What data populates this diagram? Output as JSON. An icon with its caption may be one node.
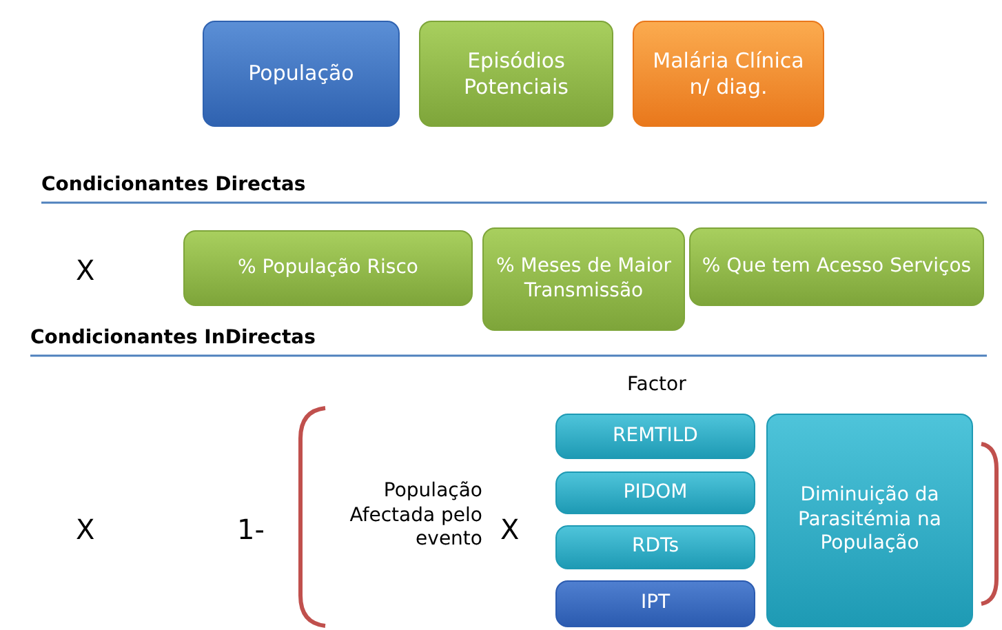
{
  "diagram": {
    "nodes": [
      {
        "text": [
          "População"
        ]
      },
      {
        "text": [
          "Episódios Potenciais"
        ]
      },
      {
        "text": [
          "Malária Clínica n/ diag."
        ]
      },
      {
        "text": [
          "% População Risco"
        ]
      },
      {
        "text": [
          "% Meses de Maior Transmissão"
        ]
      },
      {
        "text": [
          "% Que tem Acesso Serviços"
        ]
      },
      {
        "text": [
          "REMTILD"
        ]
      },
      {
        "text": [
          "PIDOM"
        ]
      },
      {
        "text": [
          "RDTs"
        ]
      },
      {
        "text": [
          "IPT"
        ]
      },
      {
        "text": [
          "Diminuição da Parasitémia na População"
        ]
      }
    ],
    "labels": [
      "Condicionantes Directas",
      "X",
      "Condicionantes InDirectas",
      "Factor",
      "X",
      "1-",
      "População Afectada pelo evento",
      "X"
    ]
  }
}
